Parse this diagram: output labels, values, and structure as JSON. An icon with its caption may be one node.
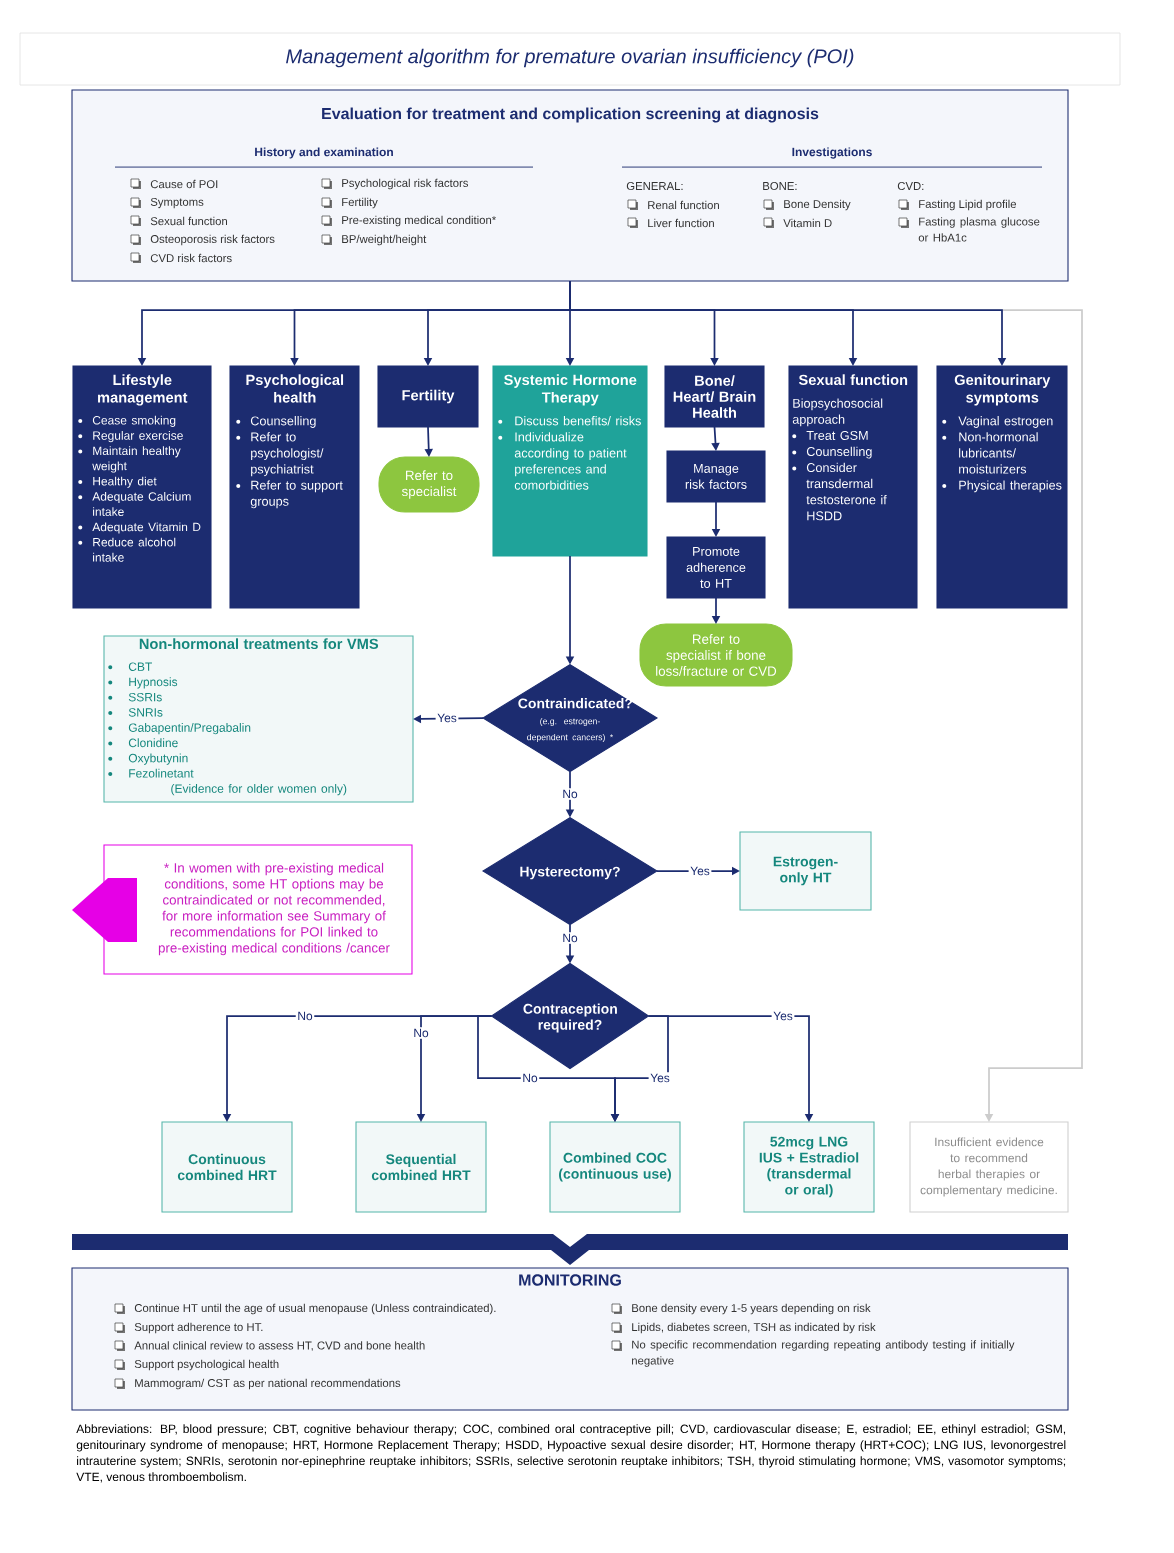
{
  "diagram": {
    "title": "Management algorithm for premature ovarian insufficiency (POI)",
    "nodes": [
      {
        "text": [
          "Evaluation for treatment and complication screening at diagnosis",
          "History and examination",
          "Cause of POI",
          "Symptoms",
          "Sexual function",
          "Osteoporosis risk factors",
          "CVD risk factors",
          "Psychological risk factors",
          "Fertility",
          "Pre-existing medical condition*",
          "BP/weight/height",
          "Investigations",
          "GENERAL:",
          "Renal function",
          "Liver function",
          "BONE:",
          "Bone Density",
          "Vitamin D",
          "CVD:",
          "Fasting Lipid profile",
          "Fasting plasma glucose or HbA1c"
        ]
      },
      {
        "text": [
          "Lifestyle management",
          "Cease smoking",
          "Regular exercise",
          "Maintain healthy weight",
          "Healthy diet",
          "Adequate Calcium intake",
          "Adequate Vitamin D",
          "Reduce alcohol intake"
        ]
      },
      {
        "text": [
          "Psychological health",
          "Counselling",
          "Refer to psychologist/ psychiatrist",
          "Refer to support groups"
        ]
      },
      {
        "text": [
          "Fertility"
        ]
      },
      {
        "text": [
          "Systemic Hormone Therapy",
          "Discuss benefits/ risks",
          "Individualize according to patient preferences and comorbidities"
        ]
      },
      {
        "text": [
          "Bone/ Heart/ Brain Health"
        ]
      },
      {
        "text": [
          "Sexual function",
          "Biopsychosocial approach",
          "Treat GSM",
          "Counselling",
          "Consider transdermal testosterone if HSDD"
        ]
      },
      {
        "text": [
          "Genitourinary symptoms",
          "Vaginal estrogen",
          "Non-hormonal lubricants/ moisturizers",
          "Physical therapies"
        ]
      },
      {
        "text": [
          "Refer to specialist"
        ]
      },
      {
        "text": [
          "Manage risk factors"
        ]
      },
      {
        "text": [
          "Promote adherence to HT"
        ]
      },
      {
        "text": [
          "Refer to specialist if bone loss/fracture or CVD"
        ]
      },
      {
        "text": [
          "Non-hormonal treatments for VMS",
          "CBT",
          "Hypnosis",
          "SSRIs",
          "SNRIs",
          "Gabapentin/Pregabalin",
          "Clonidine",
          "Oxybutynin",
          "Fezolinetant",
          "(Evidence for older women only)"
        ]
      },
      {
        "text": [
          "Contraindicated?",
          "(e.g. estrogen-dependent cancers) *"
        ]
      },
      {
        "text": [
          "* In women with pre-existing medical conditions, some HT options may be contraindicated or not recommended, for more information see Summary of recommendations for POI linked to pre-existing medical conditions /cancer"
        ]
      },
      {
        "text": [
          "Hysterectomy?"
        ]
      },
      {
        "text": [
          "Estrogen-only HT"
        ]
      },
      {
        "text": [
          "Contraception required?"
        ]
      },
      {
        "text": [
          "Continuous combined HRT"
        ]
      },
      {
        "text": [
          "Sequential combined HRT"
        ]
      },
      {
        "text": [
          "Combined COC (continuous use)"
        ]
      },
      {
        "text": [
          "52mcg LNG IUS + Estradiol (transdermal or oral)"
        ]
      },
      {
        "text": [
          "Insufficient evidence to recommend herbal therapies or complementary medicine."
        ]
      },
      {
        "text": [
          "MONITORING",
          "Continue HT until the age of usual menopause (Unless contraindicated).",
          "Support adherence to HT.",
          "Annual clinical review to assess HT, CVD and bone health",
          "Support psychological health",
          "Mammogram/ CST as per national recommendations",
          "Bone density every 1-5 years depending on risk",
          "Lipids, diabetes screen, TSH as indicated by risk",
          "No specific recommendation regarding repeating antibody testing if initially negative"
        ]
      }
    ],
    "edges": [
      {
        "from": 0,
        "to": 1,
        "arrow": "to"
      },
      {
        "from": 0,
        "to": 2,
        "arrow": "to"
      },
      {
        "from": 0,
        "to": 3,
        "arrow": "to"
      },
      {
        "from": 0,
        "to": 4,
        "arrow": "to"
      },
      {
        "from": 0,
        "to": 5,
        "arrow": "to"
      },
      {
        "from": 0,
        "to": 6,
        "arrow": "to"
      },
      {
        "from": 0,
        "to": 7,
        "arrow": "to"
      },
      {
        "from": 0,
        "to": 22,
        "arrow": "to",
        "color": "#cccccc"
      },
      {
        "from": 3,
        "to": 8,
        "arrow": "to"
      },
      {
        "from": 5,
        "to": 9,
        "arrow": "to"
      },
      {
        "from": 9,
        "to": 10,
        "arrow": "to"
      },
      {
        "from": 10,
        "to": 11,
        "arrow": "to"
      },
      {
        "from": 4,
        "to": 13,
        "arrow": "to"
      },
      {
        "from": 13,
        "to": 12,
        "arrow": "to",
        "label": "Yes"
      },
      {
        "from": 13,
        "to": 15,
        "arrow": "to",
        "label": "No"
      },
      {
        "from": 15,
        "to": 16,
        "arrow": "to",
        "label": "Yes"
      },
      {
        "from": 15,
        "to": 17,
        "arrow": "to",
        "label": "No"
      },
      {
        "from": 17,
        "to": 18,
        "arrow": "to",
        "label": "No"
      },
      {
        "from": 17,
        "to": 19,
        "arrow": "to",
        "label": "No"
      },
      {
        "from": 17,
        "to": 20,
        "arrow": "to",
        "label": "No"
      },
      {
        "from": 17,
        "to": 20,
        "arrow": "to",
        "label": "Yes"
      },
      {
        "from": 17,
        "to": 21,
        "arrow": "to",
        "label": "Yes"
      },
      {
        "from": null,
        "to": 23,
        "arrow": "to",
        "style": "thick"
      }
    ],
    "labels": [
      "Abbreviations: BP, blood pressure; CBT, cognitive behaviour therapy; COC, combined oral contraceptive pill; CVD, cardiovascular disease; E, estradiol; EE, ethinyl estradiol; GSM, genitourinary syndrome of menopause; HRT, Hormone Replacement Therapy; HSDD, Hypoactive sexual desire disorder; HT, Hormone therapy (HRT+COC); LNG IUS, levonorgestrel intrauterine system; SNRIs, serotonin nor-epinephrine reuptake inhibitors; SSRIs, selective serotonin reuptake inhibitors; TSH, thyroid stimulating hormone; VMS, vasomotor symptoms; VTE, venous thromboembolism."
    ]
  }
}
